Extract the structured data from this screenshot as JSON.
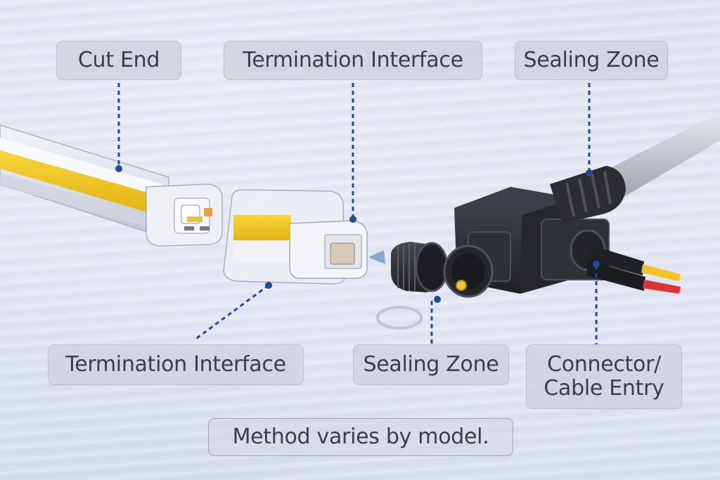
{
  "labels": {
    "cut_end": "Cut End",
    "termination_interface_top": "Termination Interface",
    "sealing_zone_top": "Sealing Zone",
    "termination_interface_bottom": "Termination Interface",
    "sealing_zone_bottom": "Sealing Zone",
    "connector_cable_entry_line1": "Connector/",
    "connector_cable_entry_line2": "Cable Entry"
  },
  "note": "Method varies by model.",
  "colors": {
    "leader_line": "#1f4e96",
    "led_strip_yellow": "#f2c31c",
    "connector_black": "#2a2c30",
    "label_text": "#3b3e4a",
    "wire_yellow": "#f2c12a",
    "wire_red": "#d9343a"
  },
  "components": [
    "led-strip-cut-end",
    "end-cap-termination",
    "threaded-sealing-cap",
    "o-ring-seal",
    "connector-housing",
    "strain-relief-boot",
    "cable-with-two-wires"
  ]
}
